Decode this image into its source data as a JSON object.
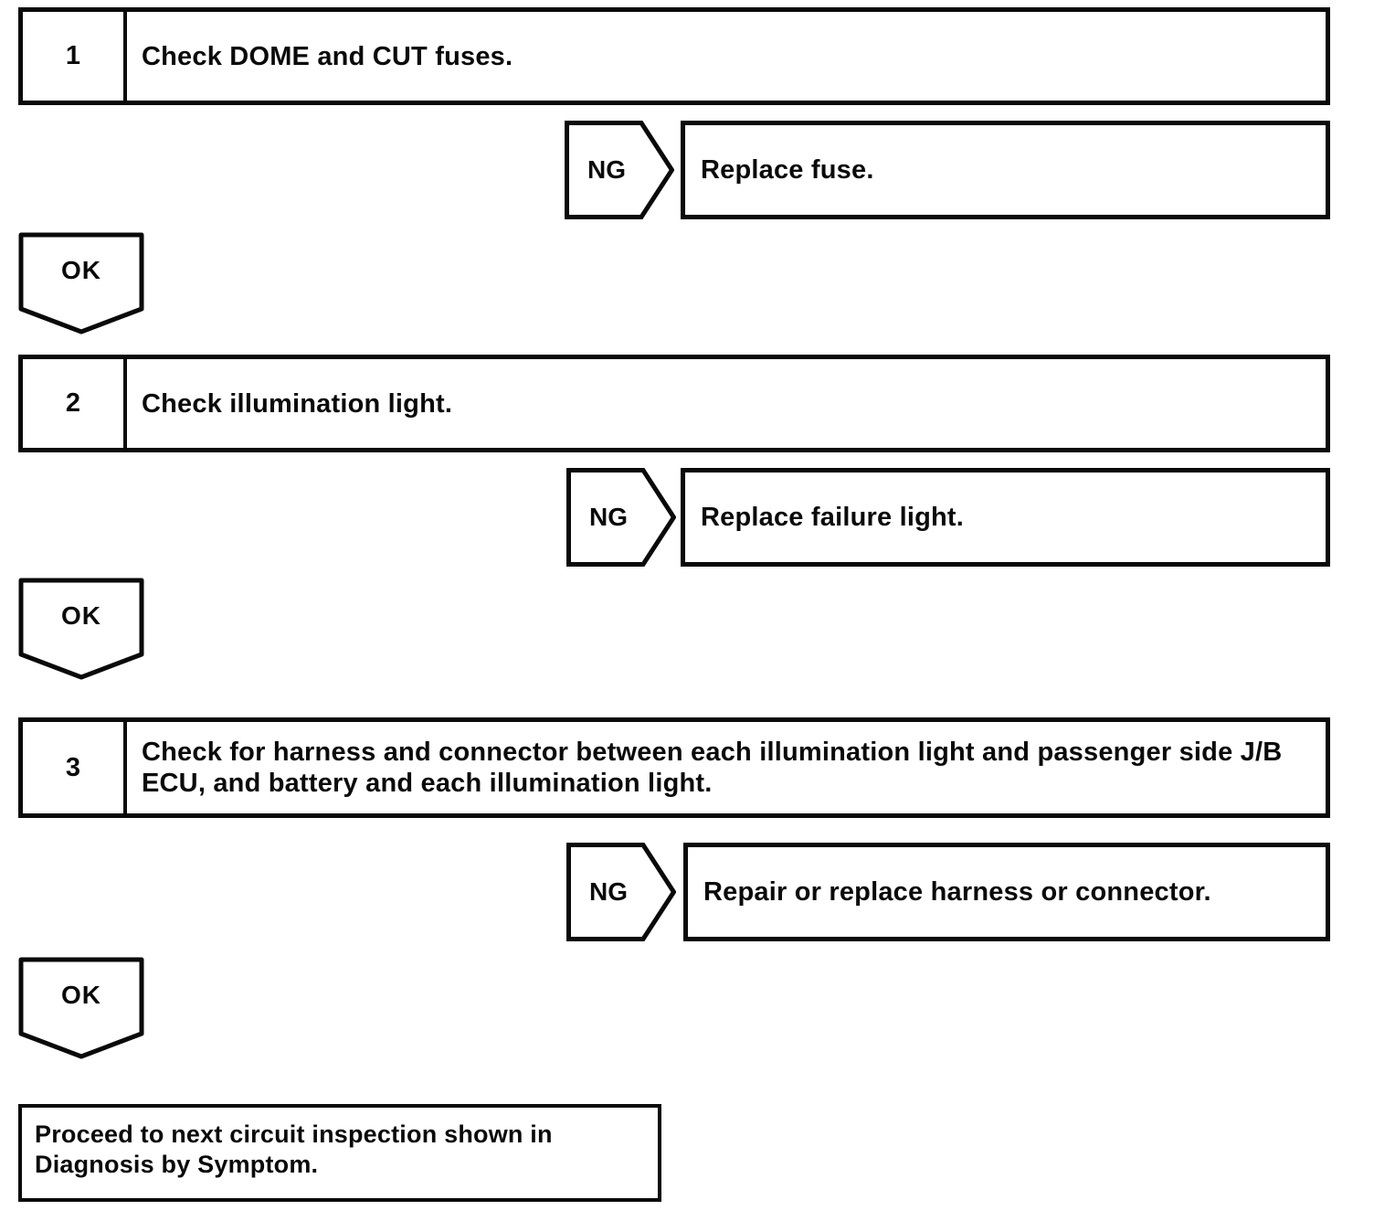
{
  "flowchart": {
    "steps": [
      {
        "number": "1",
        "instruction": "Check DOME and CUT fuses.",
        "ng": {
          "label": "NG",
          "action": "Replace fuse."
        },
        "ok": {
          "label": "OK"
        }
      },
      {
        "number": "2",
        "instruction": "Check illumination light.",
        "ng": {
          "label": "NG",
          "action": "Replace failure light."
        },
        "ok": {
          "label": "OK"
        }
      },
      {
        "number": "3",
        "instruction": "Check for harness and connector between each illumination light and passenger side J/B ECU, and battery and each illumination light.",
        "ng": {
          "label": "NG",
          "action": "Repair or replace harness or connector."
        },
        "ok": {
          "label": "OK"
        }
      }
    ],
    "terminal": {
      "text": "Proceed to next circuit inspection shown in Diagnosis by Symptom."
    },
    "colors": {
      "line": "#0a0a0a",
      "background": "#ffffff"
    }
  }
}
